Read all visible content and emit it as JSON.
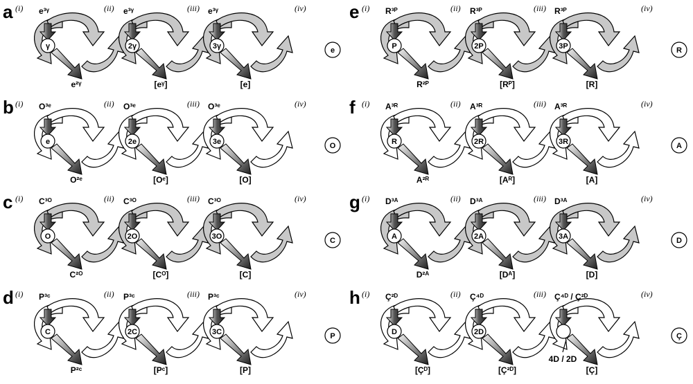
{
  "roman_labels": [
    "(i)",
    "(ii)",
    "(iii)",
    "(iv)"
  ],
  "panels": [
    {
      "letter": "a",
      "top": [
        "e³ᵞ",
        "e³ᵞ",
        "e³ᵞ"
      ],
      "circle": [
        "γ",
        "2γ",
        "3γ"
      ],
      "bottom": [
        "e²ᵞ",
        "[eᵞ]",
        "[e]"
      ],
      "final": "e",
      "left_fill": "gray",
      "right_fill": "gray"
    },
    {
      "letter": "b",
      "top": [
        "O³ᵉ",
        "O³ᵉ",
        "O³ᵉ"
      ],
      "circle": [
        "e",
        "2e",
        "3e"
      ],
      "bottom": [
        "O²ᵉ",
        "[Oᵉ]",
        "[O]"
      ],
      "final": "O",
      "left_fill": "white",
      "right_fill": "white"
    },
    {
      "letter": "c",
      "top": [
        "C³ᴼ",
        "C³ᴼ",
        "C³ᴼ"
      ],
      "circle": [
        "O",
        "2O",
        "3O"
      ],
      "bottom": [
        "C²ᴼ",
        "[Cᴼ]",
        "[C]"
      ],
      "final": "C",
      "left_fill": "gray",
      "right_fill": "gray"
    },
    {
      "letter": "d",
      "top": [
        "P³ᶜ",
        "P³ᶜ",
        "P³ᶜ"
      ],
      "circle": [
        "C",
        "2C",
        "3C"
      ],
      "bottom": [
        "P²ᶜ",
        "[Pᶜ]",
        "[P]"
      ],
      "final": "P",
      "left_fill": "white",
      "right_fill": "white"
    },
    {
      "letter": "e",
      "top": [
        "R³ᴾ",
        "R³ᴾ",
        "R³ᴾ"
      ],
      "circle": [
        "P",
        "2P",
        "3P"
      ],
      "bottom": [
        "R²ᴾ",
        "[Rᴾ]",
        "[R]"
      ],
      "final": "R",
      "left_fill": "gray",
      "right_fill": "gray"
    },
    {
      "letter": "f",
      "top": [
        "A³ᴿ",
        "A³ᴿ",
        "A³ᴿ"
      ],
      "circle": [
        "R",
        "2R",
        "3R"
      ],
      "bottom": [
        "A²ᴿ",
        "[Aᴿ]",
        "[A]"
      ],
      "final": "A",
      "left_fill": "white",
      "right_fill": "white"
    },
    {
      "letter": "g",
      "top": [
        "D³ᴬ",
        "D³ᴬ",
        "D³ᴬ"
      ],
      "circle": [
        "A",
        "2A",
        "3A"
      ],
      "bottom": [
        "D²ᴬ",
        "[Dᴬ]",
        "[D]"
      ],
      "final": "D",
      "left_fill": "gray",
      "right_fill": "gray"
    },
    {
      "letter": "h",
      "top": [
        "Ç²ᴰ",
        "Ç⁴ᴰ",
        "Ç⁴ᴰ / Ç²ᴰ"
      ],
      "circle": [
        "D",
        "2D",
        ""
      ],
      "bottom": [
        "[Çᴰ]",
        "[Ç²ᴰ]",
        "[Ç]"
      ],
      "final": "Ç",
      "left_fill": "white",
      "right_fill": "white",
      "extra_label": "4D / 2D"
    }
  ],
  "colors": {
    "gray": "#c8c8c8",
    "white": "#ffffff",
    "stroke": "#000000",
    "big_arrow_light": "#f0f0f0",
    "big_arrow_dark": "#222222"
  }
}
